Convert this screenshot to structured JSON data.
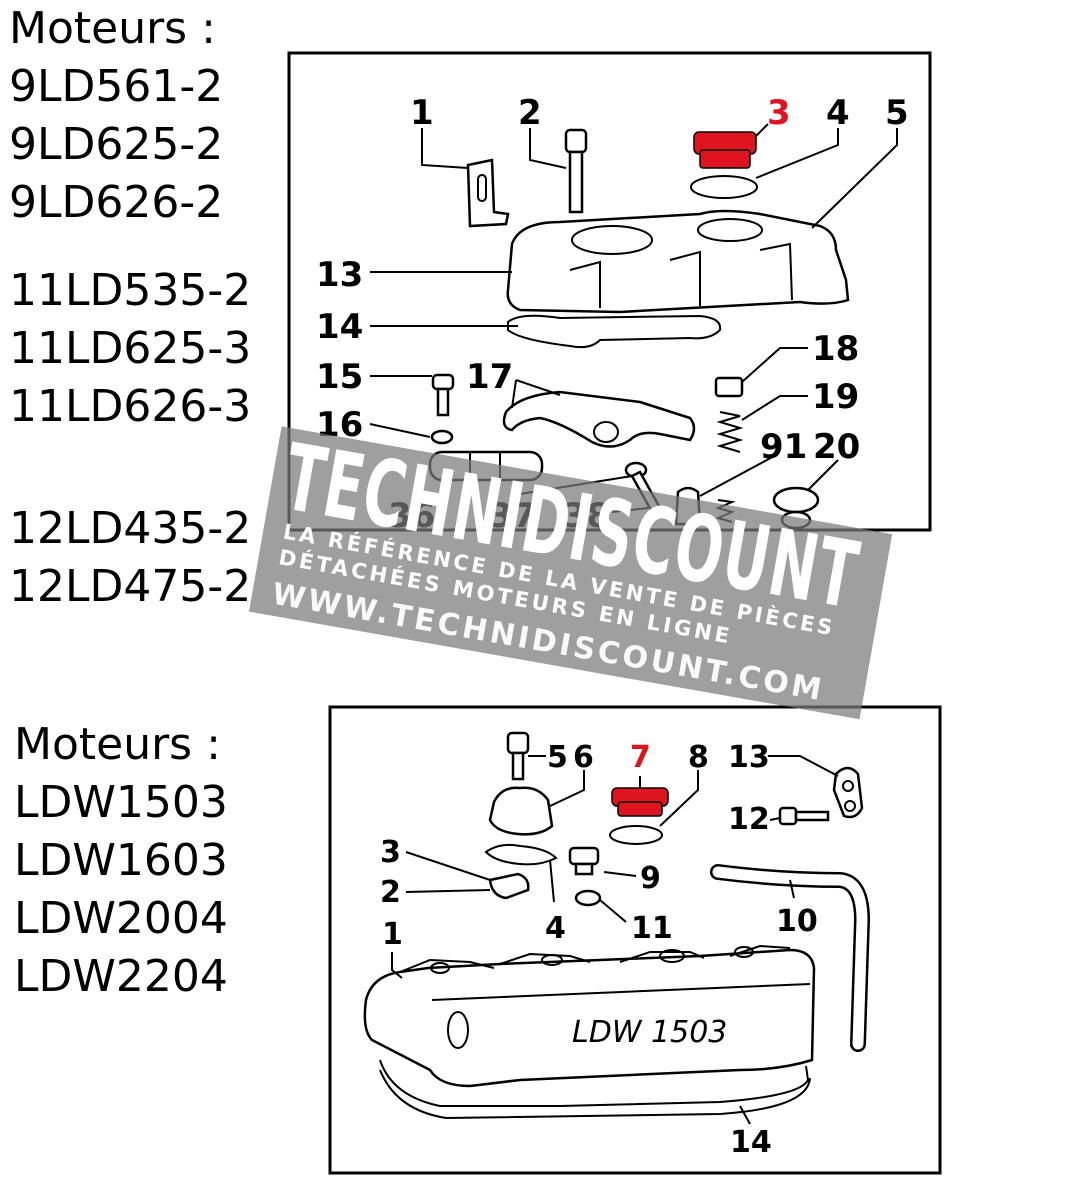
{
  "section_top": {
    "heading": "Moteurs :",
    "groups": [
      [
        "9LD561-2",
        "9LD625-2",
        "9LD626-2"
      ],
      [
        "11LD535-2",
        "11LD625-3",
        "11LD626-3"
      ],
      [
        "12LD435-2",
        "12LD475-2"
      ]
    ],
    "callouts": [
      "1",
      "2",
      "3",
      "4",
      "5",
      "13",
      "14",
      "15",
      "16",
      "17",
      "18",
      "19",
      "91",
      "20",
      "36",
      "37",
      "38"
    ],
    "highlighted_callout": "3"
  },
  "section_bottom": {
    "heading": "Moteurs :",
    "models": [
      "LDW1503",
      "LDW1603",
      "LDW2004",
      "LDW2204"
    ],
    "callouts": [
      "5",
      "6",
      "7",
      "8",
      "13",
      "12",
      "3",
      "2",
      "9",
      "4",
      "11",
      "10",
      "1",
      "14"
    ],
    "highlighted_callout": "7",
    "cover_stamp": "LDW 1503"
  },
  "watermark": {
    "brand": "TECHNIDISCOUNT",
    "tagline_1": "LA RÉFÉRENCE DE LA VENTE DE PIÈCES",
    "tagline_2": "DÉTACHÉES MOTEURS EN LIGNE",
    "url": "WWW.TECHNIDISCOUNT.COM"
  },
  "colors": {
    "highlight": "#e0141e",
    "frame": "#000000",
    "watermark": "#7a7a7a"
  }
}
